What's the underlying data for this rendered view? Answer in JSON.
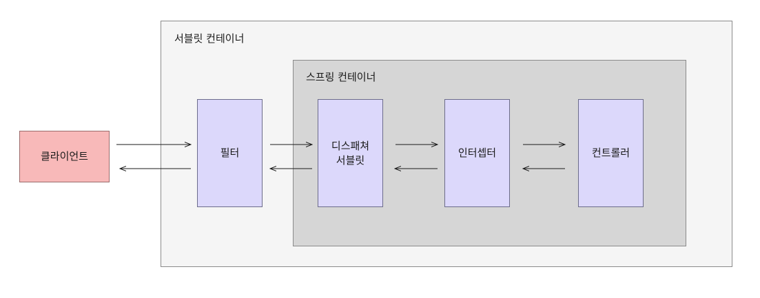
{
  "containers": {
    "servlet_container": "서블릿 컨테이너",
    "spring_container": "스프링 컨테이너"
  },
  "nodes": {
    "client": "클라이언트",
    "filter": "필터",
    "dispatcher_servlet": "디스패쳐\n서블릿",
    "interceptor": "인터셉터",
    "controller": "컨트롤러"
  }
}
